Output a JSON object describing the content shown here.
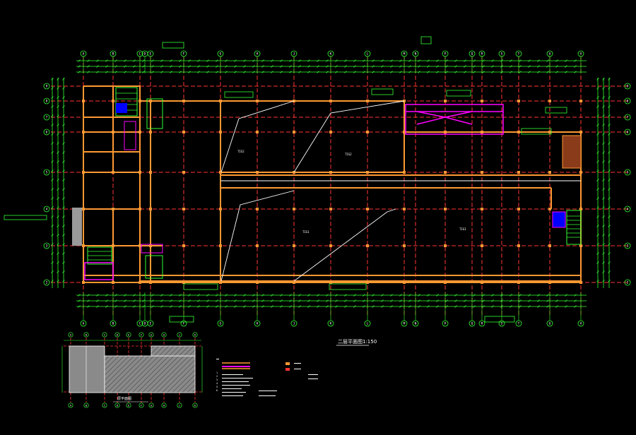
{
  "drawing": {
    "title": "二层平面图1:150",
    "inset_title": "层平面图",
    "colors": {
      "background": "#000000",
      "grid_axis": "#ff3333",
      "wall": "#ff9933",
      "dimension": "#33ff33",
      "text": "#ffffff",
      "magenta": "#ff00ff",
      "cyan": "#00ffff",
      "blue": "#0000ff",
      "hatch_fill": "#8a8a8a"
    },
    "top_axes": [
      "A",
      "B",
      "C",
      "D",
      "E",
      "F",
      "G",
      "H",
      "J",
      "K",
      "L",
      "M",
      "N",
      "P",
      "Q",
      "R",
      "S",
      "T",
      "U",
      "V"
    ],
    "bottom_axes": [
      "A",
      "B",
      "C",
      "D",
      "E",
      "F",
      "G",
      "H",
      "J",
      "K",
      "L",
      "M",
      "N",
      "P",
      "Q",
      "R",
      "S",
      "T",
      "U",
      "V"
    ],
    "row_axes_left": [
      "9",
      "8",
      "7",
      "6",
      "5",
      "4",
      "3",
      "2",
      "1"
    ],
    "row_axes_right": [
      "9",
      "8",
      "7",
      "6",
      "5",
      "4",
      "3",
      "2",
      "1"
    ],
    "inset_axes": [
      "A",
      "B",
      "C",
      "D",
      "E",
      "F",
      "G",
      "H",
      "J",
      "K"
    ],
    "room_labels": [
      "TIG2",
      "TIG2",
      "TIG1",
      "TIG1"
    ],
    "legend_items": [
      "1",
      "2",
      "3",
      "4",
      "5",
      "6"
    ]
  }
}
